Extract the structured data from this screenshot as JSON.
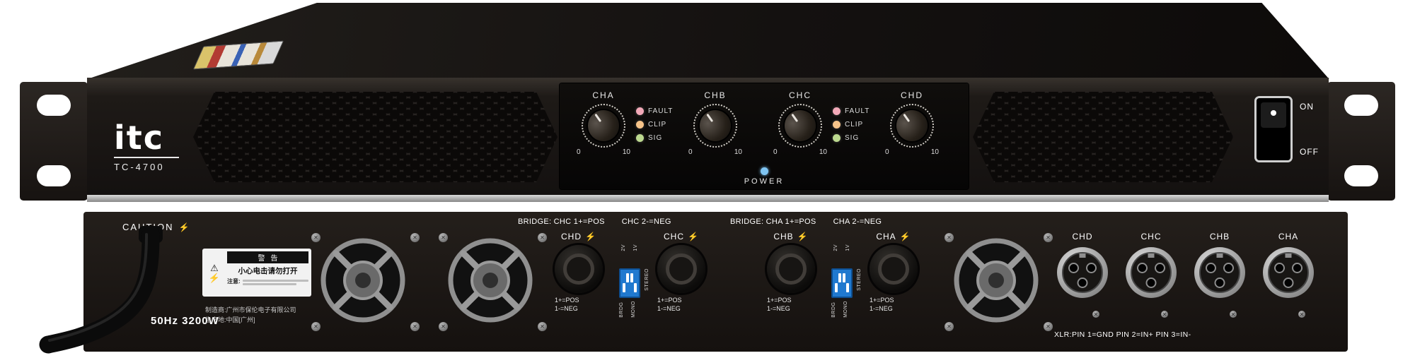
{
  "device": {
    "brand": "itc",
    "model": "TC-4700"
  },
  "front": {
    "channels": [
      "CHA",
      "CHB",
      "CHC",
      "CHD"
    ],
    "knob_scale_min": "0",
    "knob_scale_max": "10",
    "led_labels": [
      "FAULT",
      "CLIP",
      "SIG"
    ],
    "power_label": "POWER",
    "switch": {
      "on": "ON",
      "off": "OFF"
    },
    "colors": {
      "fault_led": "#f2a9b8",
      "clip_led": "#f6c389",
      "sig_led": "#bcd98f",
      "power_led": "#7fc4f2",
      "chassis": "#17120f"
    }
  },
  "rear": {
    "caution_label": "CAUTION",
    "bolt_icon": "⚡",
    "warning_icon": "⚠",
    "warning_label": {
      "title": "警告",
      "subtitle": "小心电击请勿打开",
      "note": "注意:"
    },
    "power_rating": "50Hz 3200W",
    "manufacturer_line": "制造商:广州市保伦电子有限公司",
    "origin_line": "生产地:中国[广州]",
    "bridge_note_left": [
      "BRIDGE: CHC 1+=POS",
      "CHC 2-=NEG"
    ],
    "bridge_note_right": [
      "BRIDGE: CHA 1+=POS",
      "CHA 2-=NEG"
    ],
    "speakon_channels": [
      "CHD",
      "CHC",
      "CHB",
      "CHA"
    ],
    "speakon_wiring": [
      "1+=POS",
      "1-=NEG"
    ],
    "dip_labels": {
      "top": [
        "2V",
        "1V"
      ],
      "bottom": [
        "BRDG",
        "MONO"
      ],
      "side": "STEREO"
    },
    "xlr_channels": [
      "CHD",
      "CHC",
      "CHB",
      "CHA"
    ],
    "xlr_note": "XLR:PIN 1=GND PIN 2=IN+ PIN 3=IN-"
  }
}
